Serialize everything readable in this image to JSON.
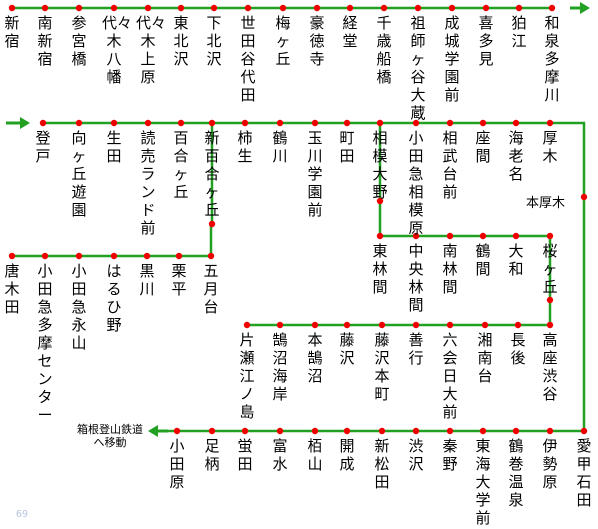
{
  "colors": {
    "line": "#22a022",
    "dot": "#ee0000",
    "text": "#000000",
    "page_number": "#b8c4e0"
  },
  "rows": [
    {
      "id": "row1",
      "stations": [
        "新宿",
        "南新宿",
        "参宮橋",
        "代々木八幡",
        "代々木上原",
        "東北沢",
        "下北沢",
        "世田谷代田",
        "梅ヶ丘",
        "豪徳寺",
        "経堂",
        "千歳船橋",
        "祖師ヶ谷大蔵",
        "成城学園前",
        "喜多見",
        "狛江",
        "和泉多摩川"
      ]
    },
    {
      "id": "row2",
      "stations": [
        "登戸",
        "向ヶ丘遊園",
        "生田",
        "読売ランド前",
        "百合ヶ丘",
        "新百合ヶ丘",
        "柿生",
        "鶴川",
        "玉川学園前",
        "町田",
        "相模大野",
        "小田急相模原",
        "相武台前",
        "座間",
        "海老名",
        "厚木"
      ]
    },
    {
      "id": "row3a",
      "stations": [
        "唐木田",
        "小田急多摩センター",
        "小田急永山",
        "はるひ野",
        "黒川",
        "栗平",
        "五月台"
      ]
    },
    {
      "id": "row3b",
      "stations": [
        "東林間",
        "中央林間",
        "南林間",
        "鶴間",
        "大和",
        "桜ヶ丘"
      ]
    },
    {
      "id": "row4",
      "stations": [
        "片瀬江ノ島",
        "鵠沼海岸",
        "本鵠沼",
        "藤沢",
        "藤沢本町",
        "善行",
        "六会日大前",
        "湘南台",
        "長後",
        "高座渋谷"
      ]
    },
    {
      "id": "row5",
      "stations": [
        "小田原",
        "足柄",
        "蛍田",
        "富水",
        "栢山",
        "開成",
        "新松田",
        "渋沢",
        "秦野",
        "東海大学前",
        "鶴巻温泉",
        "伊勢原",
        "愛甲石田"
      ]
    }
  ],
  "labels": {
    "hon_atsugi": "本厚木",
    "hakone_line1": "箱根登山鉄道",
    "hakone_line2": "へ移動",
    "page_number": "69"
  }
}
